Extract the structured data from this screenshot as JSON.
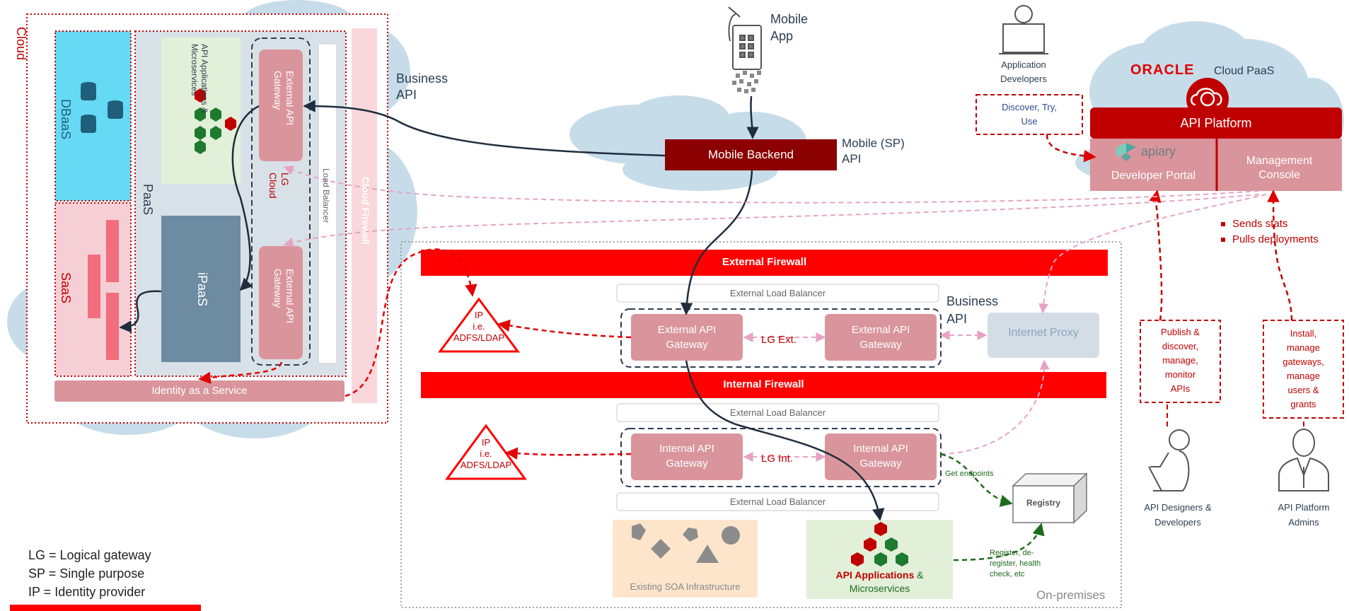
{
  "cloud_zone": {
    "cloud_label": "Cloud",
    "dbaas": "DBaaS",
    "saas": "SaaS",
    "paas": "PaaS",
    "ipaas": "iPaaS",
    "api_apps": [
      "API Applications &",
      "Microservices"
    ],
    "ext_gw_top": [
      "External API",
      "Gateway"
    ],
    "ext_gw_bottom": [
      "External API",
      "Gateway"
    ],
    "lg_cloud": [
      "LG",
      "Cloud"
    ],
    "load_balancer": "Load Balancer",
    "cloud_firewall": "Cloud Firewall",
    "identity": "Identity as a Service",
    "business_api": [
      "Business",
      "API"
    ]
  },
  "mobile": {
    "app": [
      "Mobile",
      "App"
    ],
    "backend": "Mobile Backend",
    "sp_api": [
      "Mobile (SP)",
      "API"
    ]
  },
  "developers": {
    "app_devs": [
      "Application",
      "Developers"
    ],
    "discover": [
      "Discover, Try,",
      "Use"
    ]
  },
  "oracle": {
    "logo": "ORACLE",
    "cloud_paas": "Cloud PaaS",
    "platform": "API Platform",
    "apiary": "apiary",
    "dev_portal": "Developer Portal",
    "mgmt_console": [
      "Management",
      "Console"
    ],
    "sends_stats": "Sends stats",
    "pulls_deploy": "Pulls deployments"
  },
  "onprem": {
    "ext_firewall": "External Firewall",
    "int_firewall": "Internal Firewall",
    "ext_lb_1": "External Load Balancer",
    "ext_lb_2": "External Load Balancer",
    "ext_lb_3": "External Load Balancer",
    "ext_gw_left": [
      "External API",
      "Gateway"
    ],
    "ext_gw_right": [
      "External API",
      "Gateway"
    ],
    "int_gw_left": [
      "Internal API",
      "Gateway"
    ],
    "int_gw_right": [
      "Internal API",
      "Gateway"
    ],
    "lg_ext": "LG Ext.",
    "lg_int": "LG Int.",
    "business_api": [
      "Business",
      "API"
    ],
    "internet_proxy": "Internet Proxy",
    "ip1": [
      "IP",
      "i.e.",
      "ADFS/LDAP"
    ],
    "ip2": [
      "IP",
      "i.e.",
      "ADFS/LDAP"
    ],
    "soa": "Existing SOA Infrastructure",
    "api_apps_bold": "API Applications",
    "api_apps_amp": " &",
    "api_apps_2": "Microservices",
    "get_endpoints": "Get endpoints",
    "registry": "Registry",
    "register": [
      "Register, de-",
      "register, health",
      "check, etc"
    ],
    "label": "On-premises"
  },
  "roles": {
    "publish": [
      "Publish &",
      "discover,",
      "manage,",
      "monitor",
      "APIs"
    ],
    "install": [
      "Install,",
      "manage",
      "gateways,",
      "manage",
      "users &",
      "grants"
    ],
    "designers": [
      "API Designers &",
      "Developers"
    ],
    "admins": [
      "API Platform",
      "Admins"
    ]
  },
  "legend": {
    "lg": "LG = Logical gateway",
    "sp": "SP = Single purpose",
    "ip": "IP = Identity provider"
  },
  "colors": {
    "firewall_red": "#ff0000",
    "gateway_pink": "#d9959b",
    "oracle_red": "#c00000",
    "cloud_blue": "#c7dce9",
    "dark_red": "#8b0000"
  }
}
